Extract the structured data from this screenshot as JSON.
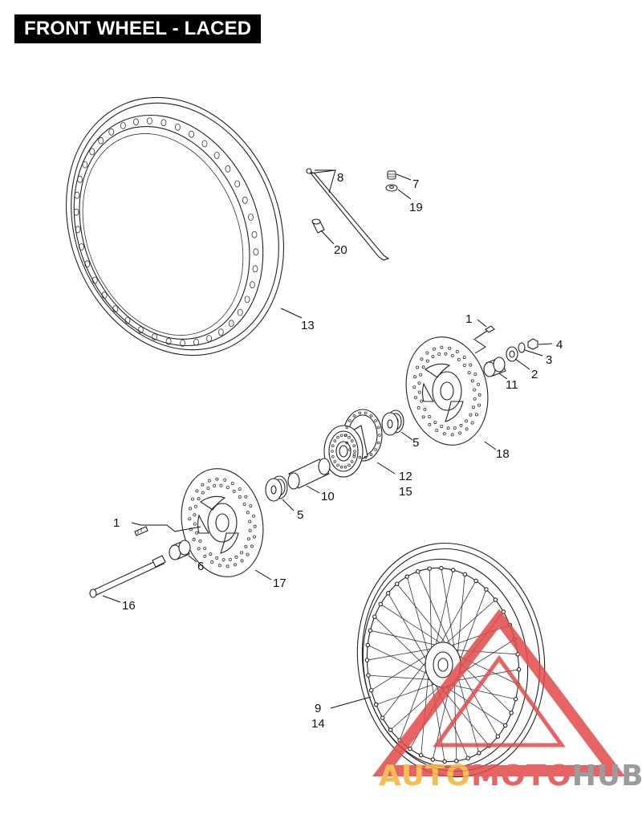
{
  "page": {
    "title": "FRONT WHEEL - LACED"
  },
  "callouts": [
    {
      "id": "c8",
      "text": "8"
    },
    {
      "id": "c7",
      "text": "7"
    },
    {
      "id": "c19",
      "text": "19"
    },
    {
      "id": "c20",
      "text": "20"
    },
    {
      "id": "c13",
      "text": "13"
    },
    {
      "id": "c1a",
      "text": "1"
    },
    {
      "id": "c4",
      "text": "4"
    },
    {
      "id": "c3",
      "text": "3"
    },
    {
      "id": "c2",
      "text": "2"
    },
    {
      "id": "c11",
      "text": "11"
    },
    {
      "id": "c5a",
      "text": "5"
    },
    {
      "id": "c18",
      "text": "18"
    },
    {
      "id": "c12",
      "text": "12"
    },
    {
      "id": "c15",
      "text": "15"
    },
    {
      "id": "c10",
      "text": "10"
    },
    {
      "id": "c5b",
      "text": "5"
    },
    {
      "id": "c1b",
      "text": "1"
    },
    {
      "id": "c6",
      "text": "6"
    },
    {
      "id": "c17",
      "text": "17"
    },
    {
      "id": "c16",
      "text": "16"
    },
    {
      "id": "c9",
      "text": "9"
    },
    {
      "id": "c14",
      "text": "14"
    }
  ],
  "watermark": {
    "part1": "AUTO",
    "part2": "MOTO",
    "part3": "HUB",
    "color_orange": "#f5b23a",
    "color_red": "#e24a4a",
    "color_gray": "#8a8a8a"
  }
}
